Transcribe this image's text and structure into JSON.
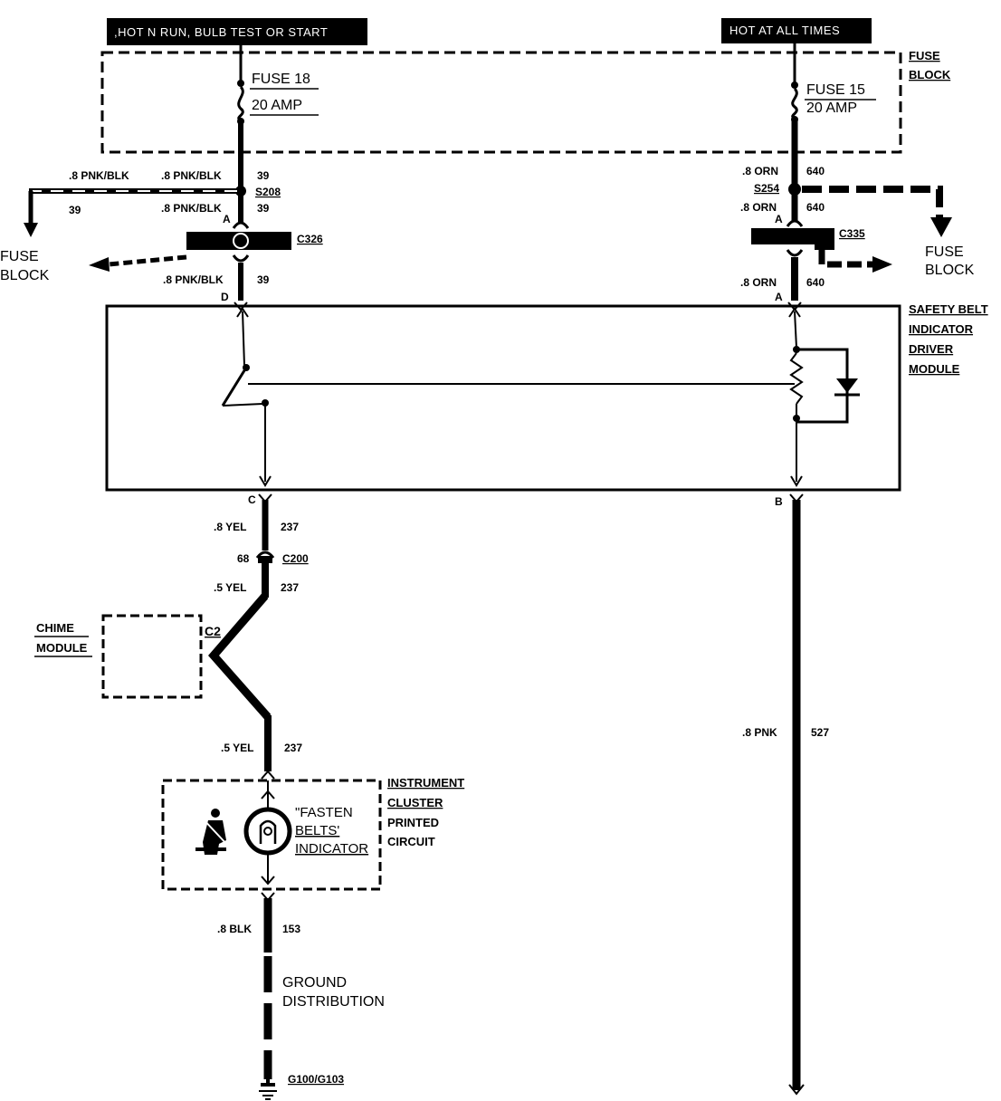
{
  "header": {
    "left_label": ",HOT N RUN, BULB TEST OR START",
    "right_label": "HOT AT ALL TIMES"
  },
  "fuse_block": {
    "title_line1": "FUSE",
    "title_line2": "BLOCK",
    "fuse18": {
      "name": "FUSE 18",
      "rating": "20 AMP"
    },
    "fuse15": {
      "name": "FUSE 15",
      "rating": "20 AMP"
    }
  },
  "left_branch": {
    "wire_top": ".8 PNK/BLK",
    "circuit_top": "39",
    "branch_wire": ".8 PNK/BLK",
    "branch_circuit": "39",
    "splice": "S208",
    "wire_mid": ".8 PNK/BLK",
    "circuit_mid": "39",
    "pin_a": "A",
    "connector": "C326",
    "wire_bottom": ".8 PNK/BLK",
    "circuit_bottom": "39",
    "pin_d": "D",
    "fuse_block_line1": "FUSE",
    "fuse_block_line2": "BLOCK"
  },
  "right_branch": {
    "wire_top": ".8 ORN",
    "circuit_top": "640",
    "splice": "S254",
    "wire_mid": ".8 ORN",
    "circuit_mid": "640",
    "pin_a": "A",
    "connector": "C335",
    "wire_bottom": ".8 ORN",
    "circuit_bottom": "640",
    "pin_a2": "A",
    "fuse_block_line1": "FUSE",
    "fuse_block_line2": "BLOCK"
  },
  "module": {
    "line1": "SAFETY BELT",
    "line2": "INDICATOR",
    "line3": "DRIVER",
    "line4": "MODULE",
    "pin_c": "C",
    "pin_b": "B"
  },
  "lower_left": {
    "wire1": ".8 YEL",
    "circuit1": "237",
    "connector_pin": "68",
    "connector": "C200",
    "wire2": ".5 YEL",
    "circuit2": "237",
    "chime_line1": "CHIME",
    "chime_line2": "MODULE",
    "chime_pin": "C2",
    "wire3": ".5 YEL",
    "circuit3": "237",
    "ic_line1": "INSTRUMENT",
    "ic_line2": "CLUSTER",
    "ic_line3": "PRINTED",
    "ic_line4": "CIRCUIT",
    "indicator_line1": "\"FASTEN",
    "indicator_line2": "BELTS'",
    "indicator_line3": "INDICATOR",
    "wire4": ".8 BLK",
    "circuit4": "153",
    "ground_line1": "GROUND",
    "ground_line2": "DISTRIBUTION",
    "ground_ref": "G100/G103"
  },
  "lower_right": {
    "wire": ".8 PNK",
    "circuit": "527"
  }
}
